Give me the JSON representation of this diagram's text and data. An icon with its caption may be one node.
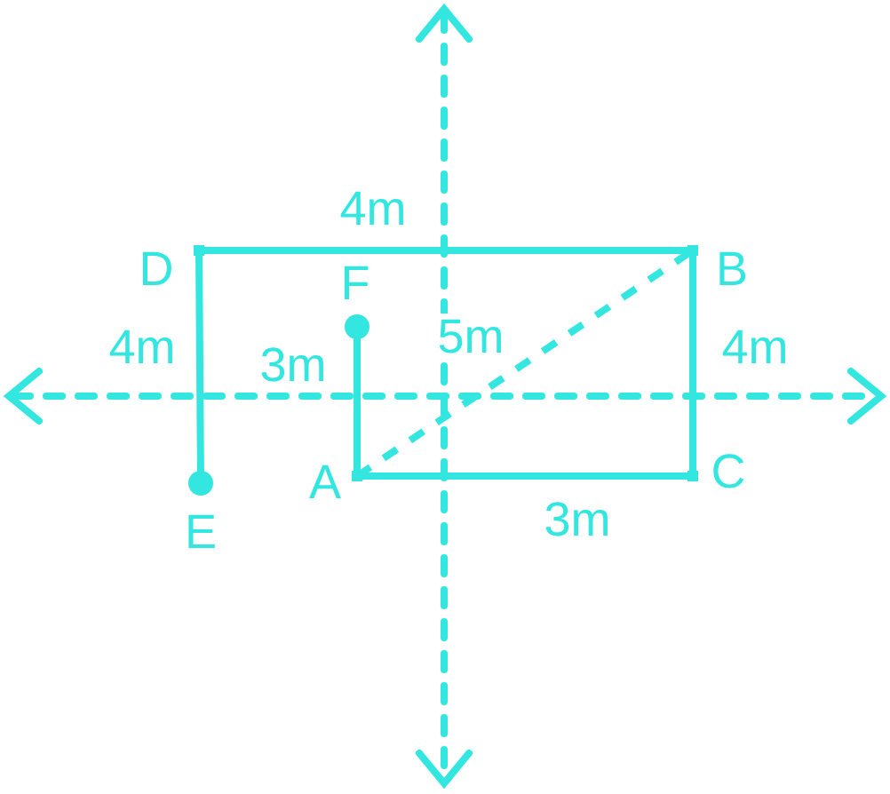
{
  "diagram": {
    "nodes": [
      {
        "text": [],
        "shape": "point",
        "beside": [
          "D"
        ]
      },
      {
        "text": [],
        "shape": "point",
        "beside": [
          "B"
        ]
      },
      {
        "text": [],
        "shape": "point",
        "beside": [
          "C"
        ]
      },
      {
        "text": [],
        "shape": "point",
        "beside": [
          "A"
        ]
      },
      {
        "text": [],
        "shape": "circle",
        "beside": [
          "F"
        ]
      },
      {
        "text": [],
        "shape": "circle",
        "beside": [
          "E"
        ]
      }
    ],
    "edges": [
      {
        "from": 5,
        "to": 0,
        "arrow": "none",
        "label": "4m"
      },
      {
        "from": 0,
        "to": 1,
        "arrow": "none",
        "label": "4m"
      },
      {
        "from": 1,
        "to": 2,
        "arrow": "none",
        "label": "4m"
      },
      {
        "from": 2,
        "to": 3,
        "arrow": "none",
        "label": "3m"
      },
      {
        "from": 3,
        "to": 4,
        "arrow": "none",
        "label": "3m"
      },
      {
        "from": 3,
        "to": 1,
        "arrow": "none",
        "label": "5m",
        "style": "dashed"
      }
    ]
  }
}
